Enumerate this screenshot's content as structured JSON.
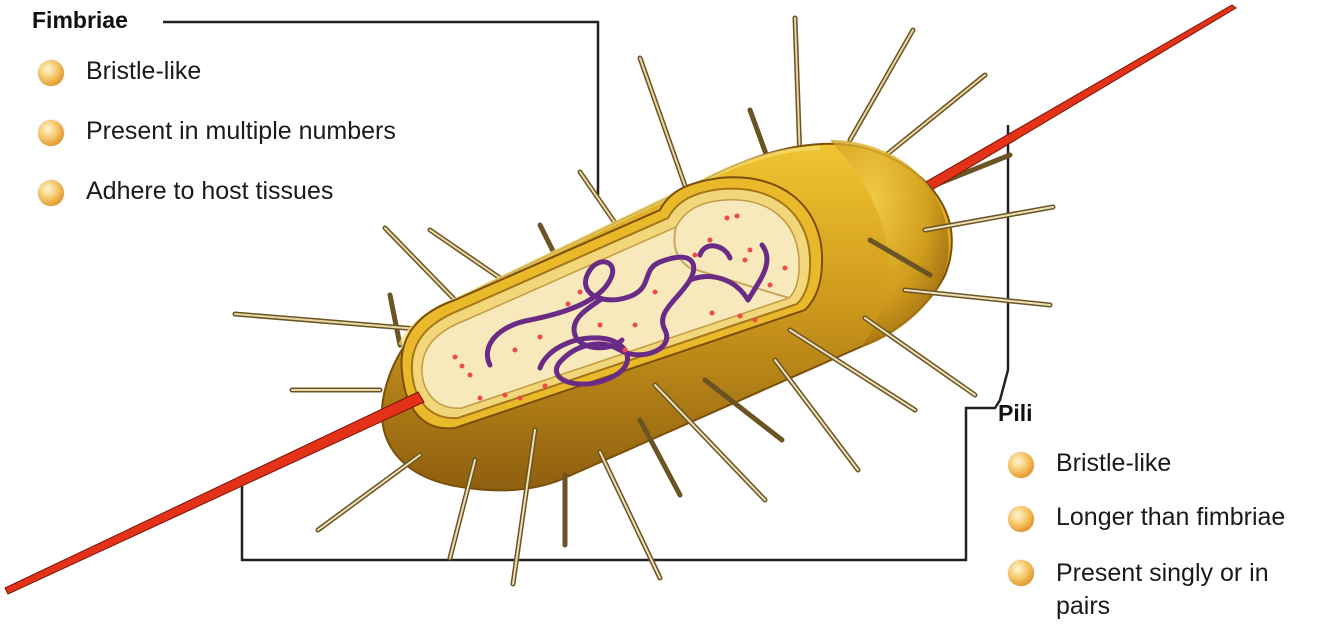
{
  "fimbriae": {
    "title": "Fimbriae",
    "bullets": [
      "Bristle-like",
      "Present in multiple numbers",
      "Adhere to host tissues"
    ]
  },
  "pili": {
    "title": "Pili",
    "bullets": [
      "Bristle-like",
      "Longer than fimbriae",
      "Present singly or in pairs"
    ]
  },
  "colors": {
    "cell_wall": "#d9a21e",
    "cell_wall_dark": "#8a5a0c",
    "cytoplasm": "#f7e7b9",
    "pilus": "#e8230b",
    "dna": "#6a2b86",
    "ribosome": "#ef4f4f",
    "bullet": "#f0b445"
  },
  "icons": {
    "bullet": "orange-sphere-bullet"
  }
}
